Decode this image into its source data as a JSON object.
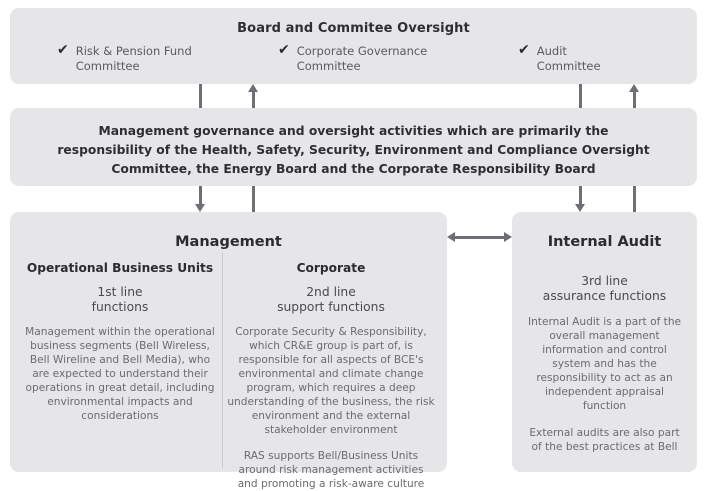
{
  "board": {
    "title": "Board and Commitee Oversight",
    "committees": [
      {
        "check_icon": "check-icon",
        "line1": "Risk & Pension Fund",
        "line2": "Committee"
      },
      {
        "check_icon": "check-icon",
        "line1": "Corporate Governance",
        "line2": "Committee"
      },
      {
        "check_icon": "check-icon",
        "line1": "Audit",
        "line2": "Committee"
      }
    ]
  },
  "governance": {
    "line1": "Management governance and oversight activities which are primarily the",
    "line2": "responsibility of the Health, Safety, Security, Environment and Compliance Oversight",
    "line3": "Committee, the Energy Board and the Corporate Responsibility Board"
  },
  "management": {
    "title": "Management",
    "columns": [
      {
        "heading": "Operational Business Units",
        "line_label": "1st line",
        "line_type": "functions",
        "paragraphs": [
          "Management within the operational business segments (Bell Wireless, Bell Wireline and Bell Media), who are expected to understand their operations in great detail, including environmental impacts and considerations"
        ]
      },
      {
        "heading": "Corporate",
        "line_label": "2nd line",
        "line_type": "support functions",
        "paragraphs": [
          "Corporate Security & Responsibility, which CR&E group is part of, is responsible for all aspects of BCE's environmental and climate change program, which requires a deep understanding of the business, the risk environment and the external stakeholder environment",
          "RAS supports Bell/Business Units around risk management activities and promoting a risk-aware culture"
        ]
      }
    ]
  },
  "internal_audit": {
    "title": "Internal Audit",
    "line_label": "3rd line",
    "line_type": "assurance functions",
    "paragraphs": [
      "Internal Audit is a part of the overall management information and control system and has the responsibility to act as an independent appraisal function",
      "External audits are also part of the best practices at Bell"
    ]
  },
  "colors": {
    "box_fill": "#e6e6e8",
    "connector": "#6e6e75",
    "heading_text": "#2b2b30",
    "body_text": "#6b6b70"
  }
}
